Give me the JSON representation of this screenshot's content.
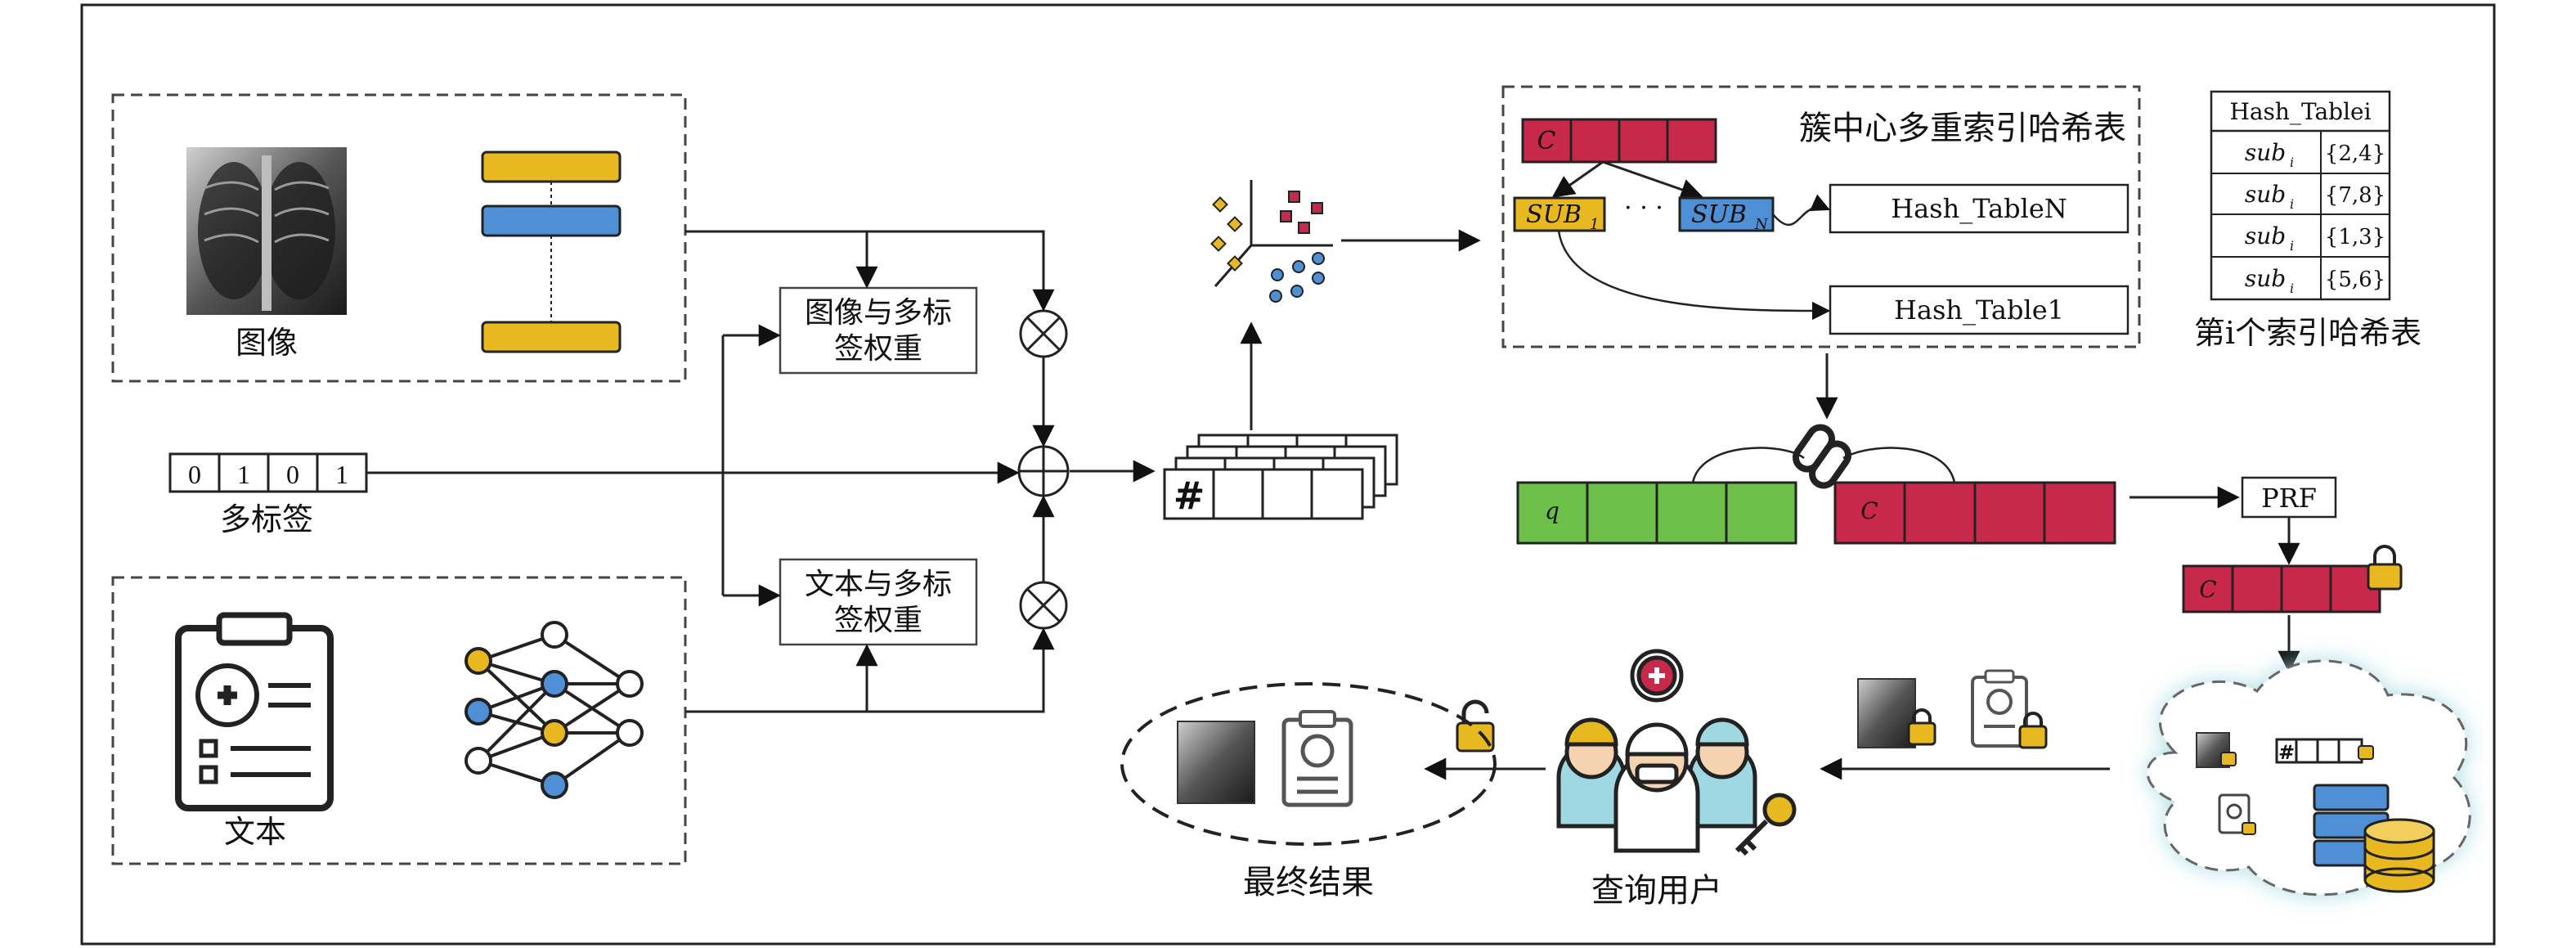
{
  "labels": {
    "image": "图像",
    "text": "文本",
    "multilabel": "多标签",
    "img_weight_1": "图像与多标",
    "img_weight_2": "签权重",
    "txt_weight_1": "文本与多标",
    "txt_weight_2": "签权重",
    "cluster_title": "簇中心多重索引哈希表",
    "hash_table_n": "Hash_TableN",
    "hash_table_1": "Hash_Table1",
    "ith_table_caption": "第i个索引哈希表",
    "prf": "PRF",
    "query_user": "查询用户",
    "final_result": "最终结果",
    "hash_mark": "#",
    "q_letter": "q",
    "c_letter": "C",
    "sub1": "SUB",
    "sub1_idx": "1",
    "subn": "SUB",
    "subn_idx": "N",
    "dots": "· · ·"
  },
  "multilabel_bits": [
    "0",
    "1",
    "0",
    "1"
  ],
  "hash_table_i": {
    "header": "Hash_Tablei",
    "rows": [
      {
        "key": "sub",
        "sub": "i",
        "value": "{2,4}"
      },
      {
        "key": "sub",
        "sub": "i",
        "value": "{7,8}"
      },
      {
        "key": "sub",
        "sub": "i",
        "value": "{1,3}"
      },
      {
        "key": "sub",
        "sub": "i",
        "value": "{5,6}"
      }
    ]
  },
  "colors": {
    "red": "#c8284a",
    "green": "#6cc04a",
    "yellow": "#e8b820",
    "blue": "#4f8fd6",
    "teal": "#9fd8e0",
    "dark": "#222222"
  }
}
